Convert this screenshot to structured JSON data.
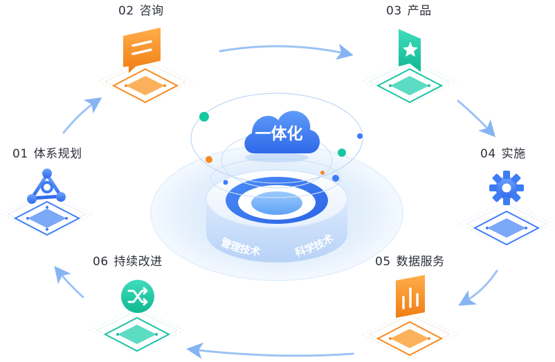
{
  "center": {
    "title": "一体化",
    "arc_left": "管理技术",
    "arc_right": "科学技术"
  },
  "steps": [
    {
      "num": "01",
      "text": "体系规划",
      "icon": "network-nodes-icon",
      "color": "#3d7cf5"
    },
    {
      "num": "02",
      "text": "咨询",
      "icon": "chat-bubble-icon",
      "color": "#f7891f"
    },
    {
      "num": "03",
      "text": "产品",
      "icon": "star-flag-icon",
      "color": "#17c3a0"
    },
    {
      "num": "04",
      "text": "实施",
      "icon": "gear-icon",
      "color": "#3d7cf5"
    },
    {
      "num": "05",
      "text": "数据服务",
      "icon": "bar-chart-icon",
      "color": "#f7891f"
    },
    {
      "num": "06",
      "text": "持续改进",
      "icon": "shuffle-icon",
      "color": "#17c3a0"
    }
  ],
  "colors": {
    "blue": "#3d7cf5",
    "orange": "#f7891f",
    "teal": "#17c3a0",
    "arrow": "#9cc2f5"
  }
}
